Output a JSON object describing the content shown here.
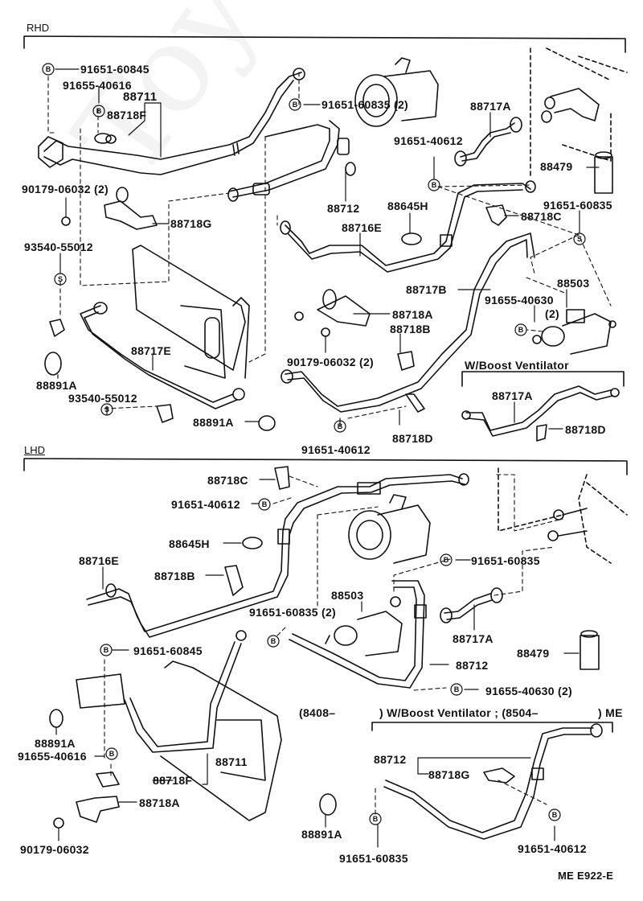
{
  "watermark": "ToyotaParts",
  "sections": {
    "rhd": {
      "title": "RHD",
      "labels": {
        "p91651_60845": "91651-60845",
        "p91655_40616": "91655-40616",
        "p88711": "88711",
        "p88718F": "88718F",
        "p91651_60835_2": "91651-60835 (2)",
        "p88717A_top": "88717A",
        "p91651_40612_top": "91651-40612",
        "p88479": "88479",
        "p90179_06032_2_left": "90179-06032 (2)",
        "p88718G": "88718G",
        "p88712": "88712",
        "p88645H": "88645H",
        "p88718C": "88718C",
        "p91651_60835_right": "91651-60835",
        "p93540_55012_a": "93540-55012",
        "p88716E": "88716E",
        "p88717B": "88717B",
        "p88503": "88503",
        "p91655_40630": "91655-40630",
        "p91655_40630_qty": "(2)",
        "p88718A": "88718A",
        "p88718B": "88718B",
        "p88717E": "88717E",
        "p90179_06032_2_mid": "90179-06032 (2)",
        "p88891A_left": "88891A",
        "p93540_55012_b": "93540-55012",
        "p88891A_mid": "88891A",
        "p91651_40612_bottom": "91651-40612",
        "p88718D_mid": "88718D",
        "boost_title": "W/Boost Ventilator",
        "p88717A_boost": "88717A",
        "p88718D_boost": "88718D"
      }
    },
    "lhd": {
      "title": "LHD",
      "labels": {
        "p88718C": "88718C",
        "p91651_40612": "91651-40612",
        "p88645H": "88645H",
        "p88716E": "88716E",
        "p88718B": "88718B",
        "p91651_60835_right": "91651-60835",
        "p91651_60835_2": "91651-60835 (2)",
        "p88503": "88503",
        "p88717A": "88717A",
        "p88479": "88479",
        "p88712": "88712",
        "p91651_60845": "91651-60845",
        "p91655_40630_2": "91655-40630 (2)",
        "p88891A_left": "88891A",
        "p91655_40616": "91655-40616",
        "p88711": "88711",
        "p88718F": "88718F",
        "p88718A": "88718A",
        "p90179_06032": "90179-06032",
        "p88891A_mid": "88891A",
        "boost_title_a": "(8408–",
        "boost_title_b": ") W/Boost Ventilator ;  (8504–",
        "boost_title_c": ") ME",
        "p88712_boost": "88712",
        "p88718G_boost": "88718G",
        "p91651_60835_boost": "91651-60835",
        "p91651_40612_boost": "91651-40612"
      }
    }
  },
  "symbols": {
    "bolt": "B",
    "screw": "S"
  },
  "figure_code": "ME E922-E"
}
